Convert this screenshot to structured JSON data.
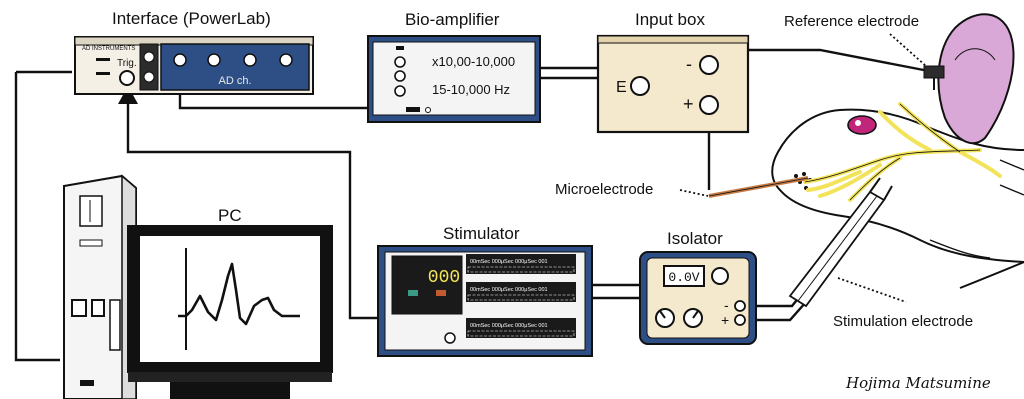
{
  "labels": {
    "interface": "Interface (PowerLab)",
    "bioamp": "Bio-amplifier",
    "inputbox": "Input box",
    "reference": "Reference electrode",
    "microelectrode": "Microelectrode",
    "pc": "PC",
    "stimulator": "Stimulator",
    "isolator": "Isolator",
    "stimulation_electrode": "Stimulation electrode"
  },
  "interface": {
    "brand": "AD INSTRUMENTS",
    "trig": "Trig.",
    "adch": "AD ch."
  },
  "bioamp": {
    "gain": "x10,00-10,000",
    "band": "15-10,000 Hz"
  },
  "inputbox": {
    "e": "E",
    "minus": "-",
    "plus": "+"
  },
  "stimulator": {
    "display": "000",
    "row_text": "00mSec 000μSec 000μSec 001"
  },
  "isolator": {
    "display": "0.0V",
    "minus": "-",
    "plus": "+"
  },
  "signature": "Hojima Matsumine",
  "colors": {
    "blue_panel": "#2d4f86",
    "box_fill": "#f4e9cd",
    "nerve": "#f2e35a",
    "ear": "#d9a8d6",
    "eye": "#c2267a",
    "electrode": "#c77b45"
  },
  "icons": [
    "monitor-icon",
    "pc-tower-icon",
    "rat-head-icon",
    "electrode-pin-icon"
  ]
}
